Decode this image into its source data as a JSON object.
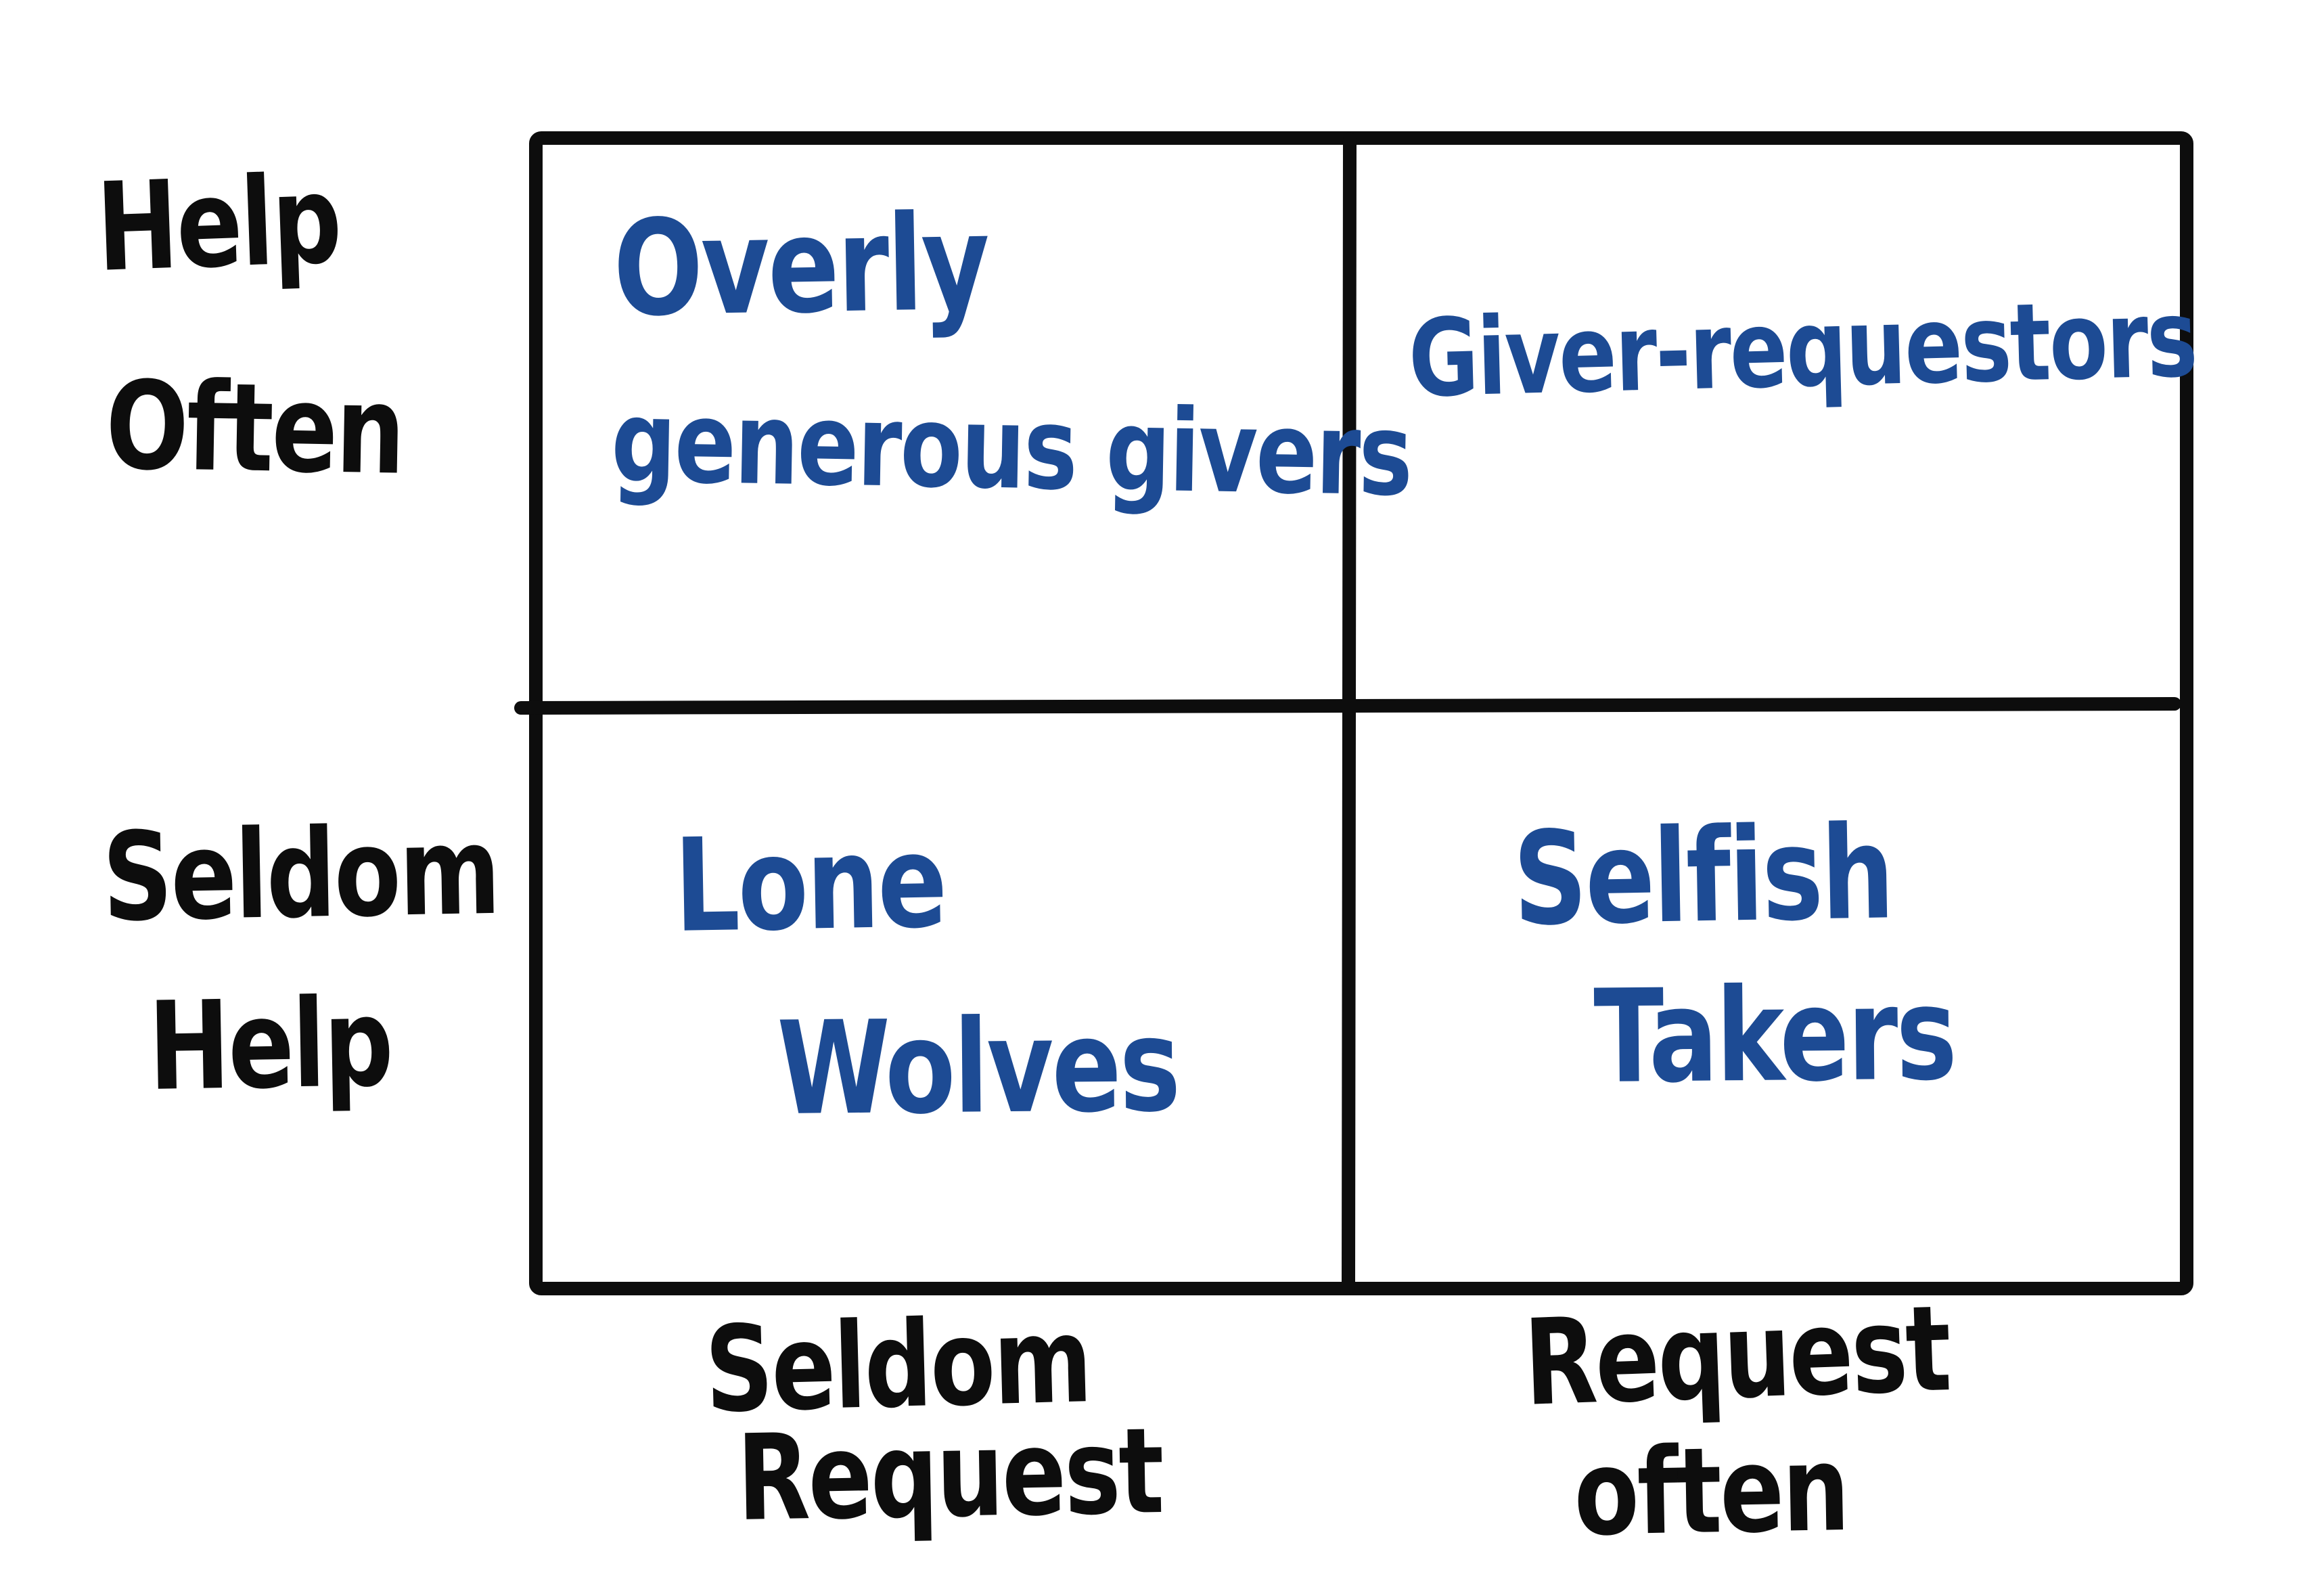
{
  "diagram": {
    "type": "2x2-matrix-hand-drawn",
    "colors": {
      "background": "#ffffff",
      "ink_black": "#0d0d0d",
      "ink_blue": "#1d4b94"
    },
    "y_axis_top": {
      "line1": "Help",
      "line2": "Often"
    },
    "y_axis_bottom": {
      "line1": "Seldom",
      "line2": "Help"
    },
    "x_axis_left": {
      "line1": "Seldom",
      "line2": "Request"
    },
    "x_axis_right": {
      "line1": "Request",
      "line2": "often"
    },
    "quadrant_top_left": {
      "line1": "Overly",
      "line2": "generous givers"
    },
    "quadrant_top_right": {
      "line1": "Giver-requestors"
    },
    "quadrant_bottom_left": {
      "line1": "Lone",
      "line2": "Wolves"
    },
    "quadrant_bottom_right": {
      "line1": "Selfish",
      "line2": "Takers"
    }
  }
}
